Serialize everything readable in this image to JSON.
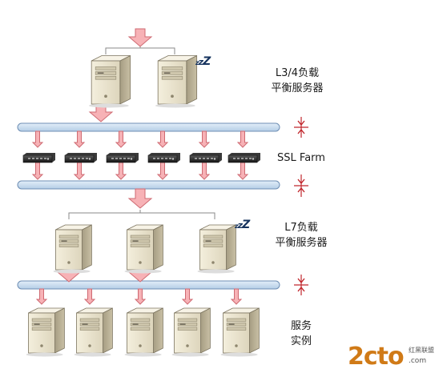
{
  "labels": {
    "l34_line1": "L3/4负载",
    "l34_line2": "平衡服务器",
    "ssl": "SSL Farm",
    "l7_line1": "L7负载",
    "l7_line2": "平衡服务器",
    "inst_line1": "服务",
    "inst_line2": "实例"
  },
  "idle_text": {
    "z1": "z",
    "z2": "z",
    "z3": "Z"
  },
  "watermark": {
    "main": "2cto",
    "sub": "红黑联盟",
    "url": ".com"
  },
  "colors": {
    "bus_fill": "#c9dcef",
    "bus_stroke": "#6f8fb4",
    "arrow_fill": "#f7b2b6",
    "arrow_stroke": "#cf6a72",
    "marker": "#c1272d",
    "server_front": "#ece6d1",
    "server_side": "#bdb49a",
    "idle_text": "#16335e",
    "watermark": "#d07a17"
  }
}
